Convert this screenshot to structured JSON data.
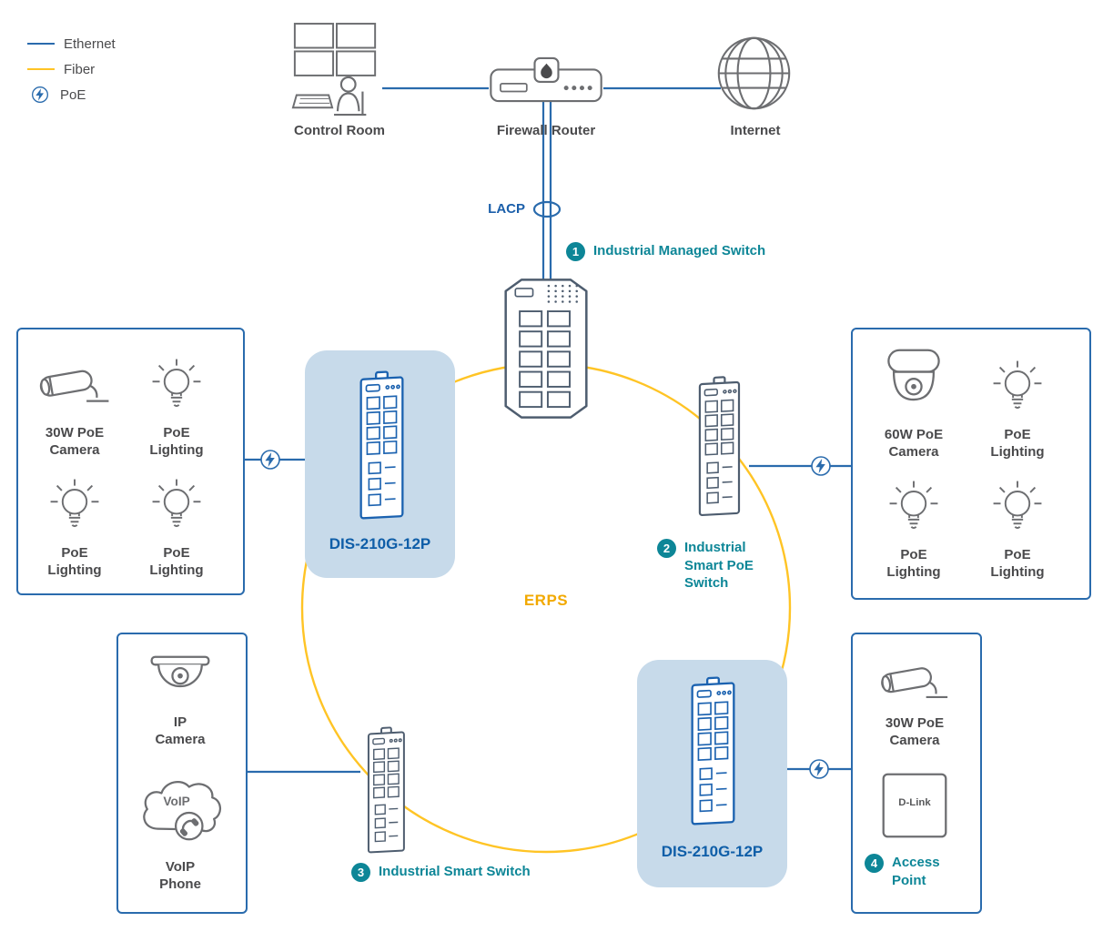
{
  "colors": {
    "ethernet_blue": "#2a6bad",
    "fiber_yellow": "#ffc425",
    "erps_text": "#f2a900",
    "teal": "#0d8697",
    "model_blue": "#0f5ea8",
    "label_gray": "#4a4a4c",
    "icon_gray": "#6d6e71",
    "highlight_bg": "#c7daea"
  },
  "legend": {
    "ethernet": "Ethernet",
    "fiber": "Fiber",
    "poe": "PoE"
  },
  "top_row": {
    "control_room": "Control Room",
    "firewall_router": "Firewall Router",
    "internet": "Internet"
  },
  "lacp_label": "LACP",
  "erps_label": "ERPS",
  "switches": {
    "managed": {
      "number": "1",
      "label": "Industrial Managed Switch"
    },
    "smart_poe": {
      "number": "2",
      "label": "Industrial Smart PoE Switch"
    },
    "smart": {
      "number": "3",
      "label": "Industrial Smart Switch"
    },
    "dis_left_model": "DIS-210G-12P",
    "dis_right_model": "DIS-210G-12P"
  },
  "access_point": {
    "number": "4",
    "label": "Access Point",
    "logo": "D-Link"
  },
  "groups": {
    "left": {
      "items": [
        {
          "icon": "bullet-camera-icon",
          "label": "30W PoE Camera"
        },
        {
          "icon": "light-bulb-icon",
          "label": "PoE Lighting"
        },
        {
          "icon": "light-bulb-icon",
          "label": "PoE Lighting"
        },
        {
          "icon": "light-bulb-icon",
          "label": "PoE Lighting"
        }
      ]
    },
    "right": {
      "items": [
        {
          "icon": "ptz-camera-icon",
          "label": "60W PoE Camera"
        },
        {
          "icon": "light-bulb-icon",
          "label": "PoE Lighting"
        },
        {
          "icon": "light-bulb-icon",
          "label": "PoE Lighting"
        },
        {
          "icon": "light-bulb-icon",
          "label": "PoE Lighting"
        }
      ]
    },
    "bottom_left": {
      "items": [
        {
          "icon": "dome-camera-icon",
          "label": "IP Camera"
        },
        {
          "icon": "voip-cloud-icon",
          "label": "VoIP Phone",
          "cloud_text": "VoIP"
        }
      ]
    },
    "bottom_right": {
      "items": [
        {
          "icon": "bullet-camera-icon",
          "label": "30W PoE Camera"
        }
      ]
    }
  }
}
